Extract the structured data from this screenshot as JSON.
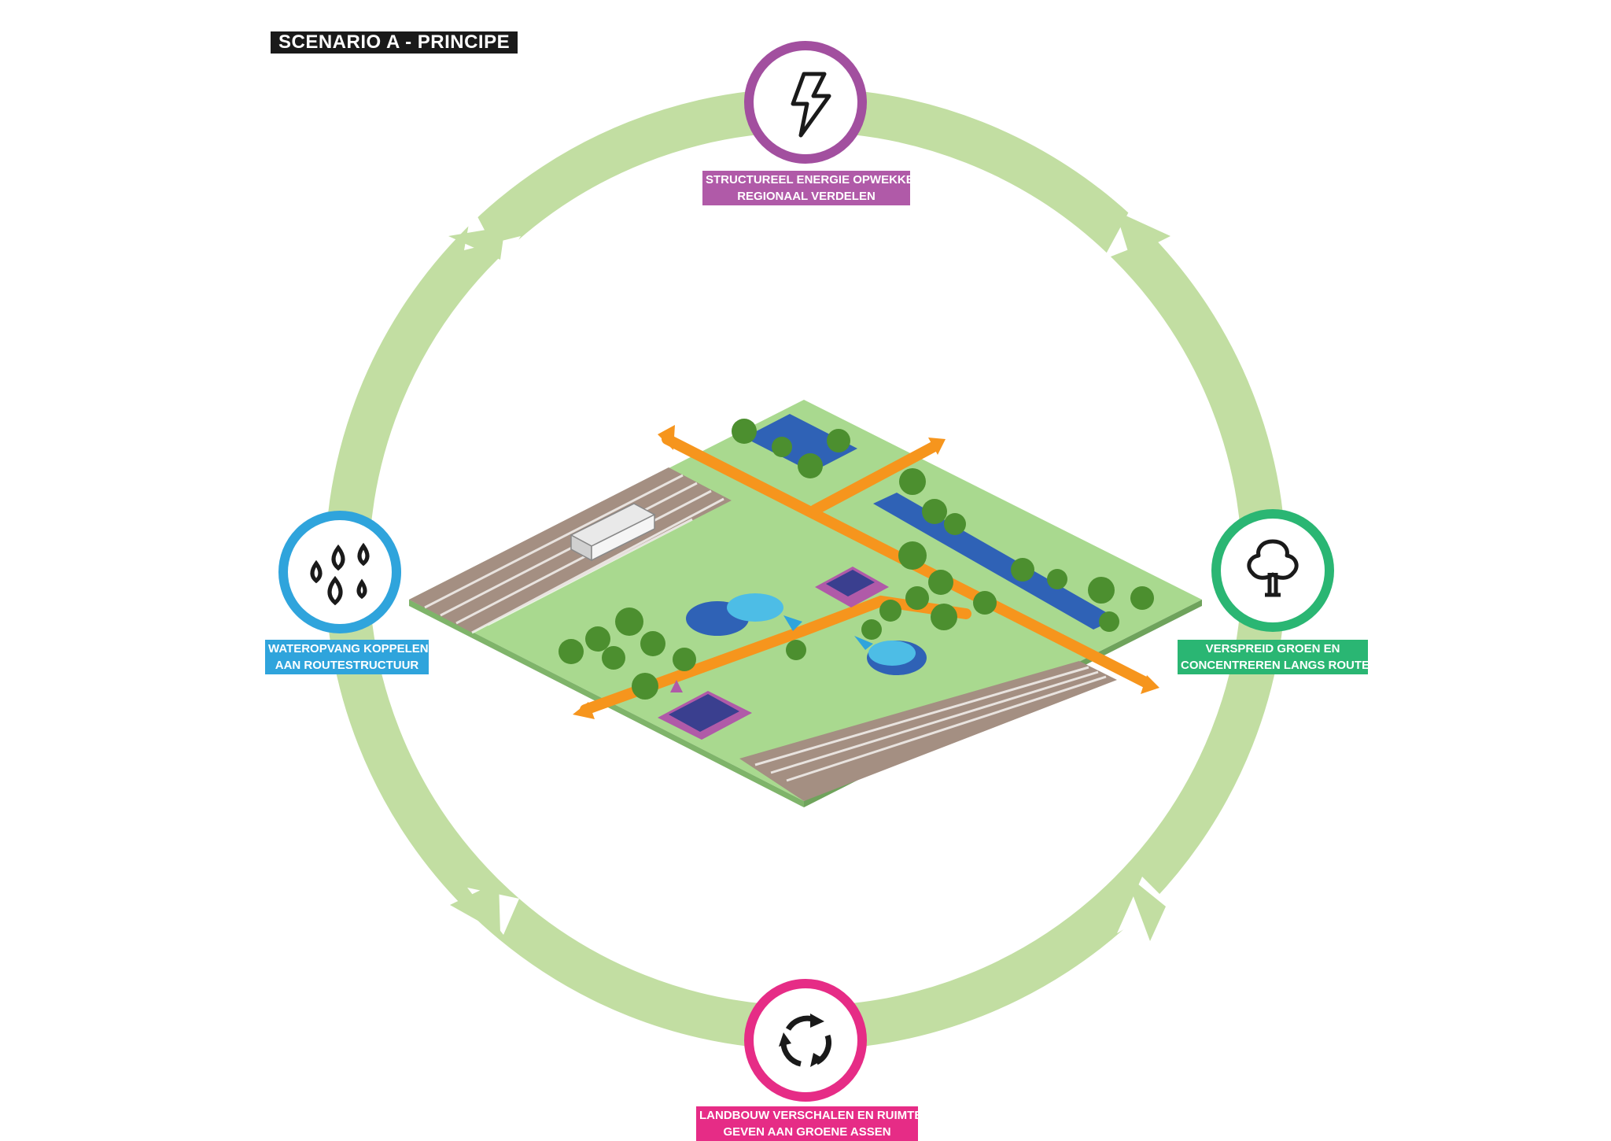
{
  "title": "SCENARIO A - PRINCIPE",
  "colors": {
    "cycle": "#c2dea2",
    "energy": "#a24f9f",
    "energy_label": "#b05aa8",
    "water": "#2fa4dc",
    "green": "#2ab673",
    "agri": "#e62c86",
    "road": "#f6951d",
    "field": "#9fd48c",
    "soil": "#a38e80"
  },
  "nodes": [
    {
      "id": "energy",
      "icon": "lightning-icon",
      "lines": [
        "STRUCTUREEL ENERGIE OPWEKKEN",
        "REGIONAAL VERDELEN"
      ]
    },
    {
      "id": "water",
      "icon": "raindrops-icon",
      "lines": [
        "WATEROPVANG KOPPELEN",
        "AAN ROUTESTRUCTUUR"
      ]
    },
    {
      "id": "green",
      "icon": "tree-icon",
      "lines": [
        "VERSPREID GROEN EN",
        "CONCENTREREN LANGS ROUTES"
      ]
    },
    {
      "id": "agri",
      "icon": "recycle-arrows-icon",
      "lines": [
        "LANDBOUW VERSCHALEN EN RUIMTE",
        "GEVEN AAN GROENE ASSEN"
      ]
    }
  ]
}
